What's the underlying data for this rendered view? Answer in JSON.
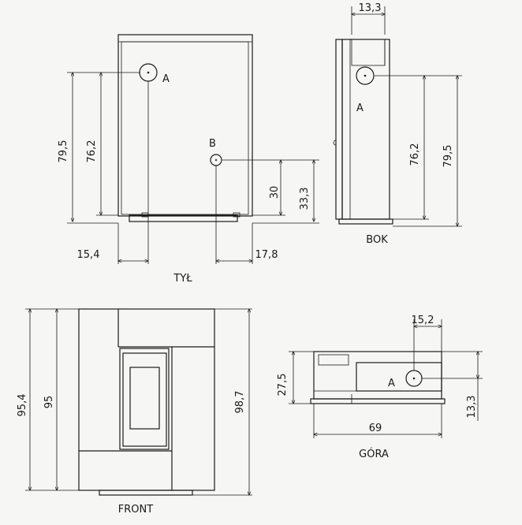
{
  "views": {
    "back": {
      "caption": "TYŁ",
      "dim_79_5": "79,5",
      "dim_76_2": "76,2",
      "dim_30": "30",
      "dim_33_3": "33,3",
      "dim_15_4": "15,4",
      "dim_17_8": "17,8",
      "label_a": "A",
      "label_b": "B"
    },
    "side": {
      "caption": "BOK",
      "dim_13_3": "13,3",
      "dim_76_2": "76,2",
      "dim_79_5": "79,5",
      "label_a": "A"
    },
    "front": {
      "caption": "FRONT",
      "dim_95_4": "95,4",
      "dim_95": "95",
      "dim_98_7": "98,7"
    },
    "top": {
      "caption": "GÓRA",
      "dim_15_2": "15,2",
      "dim_27_5": "27,5",
      "dim_69": "69",
      "dim_13_3": "13,3",
      "label_a": "A"
    }
  }
}
